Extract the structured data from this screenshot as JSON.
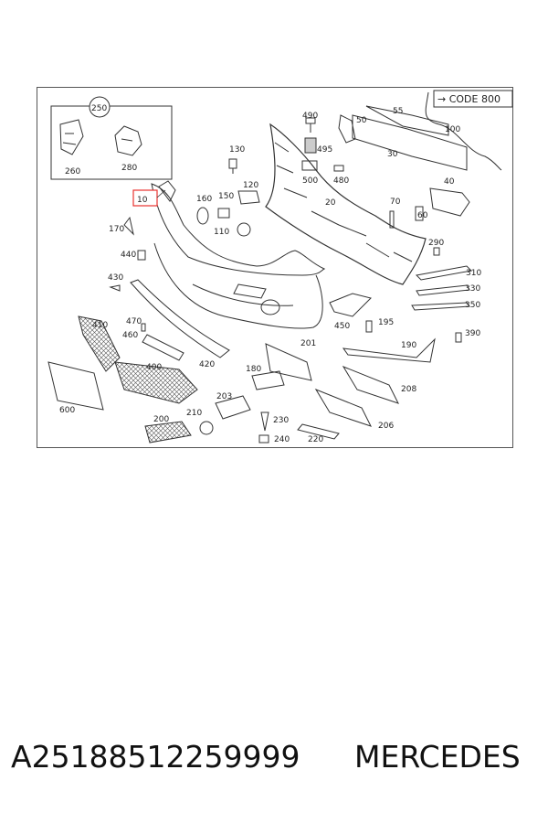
{
  "diagram": {
    "code_box": "→ CODE 800",
    "highlight_color": "#e8322f",
    "subassembly": {
      "label": "250",
      "items": [
        "260",
        "280"
      ]
    },
    "callouts": [
      "10",
      "20",
      "30",
      "40",
      "50",
      "55",
      "60",
      "70",
      "100",
      "110",
      "120",
      "130",
      "150",
      "160",
      "170",
      "180",
      "190",
      "195",
      "200",
      "201",
      "203",
      "206",
      "208",
      "210",
      "220",
      "230",
      "240",
      "290",
      "310",
      "330",
      "350",
      "390",
      "400",
      "410",
      "420",
      "430",
      "440",
      "450",
      "460",
      "470",
      "480",
      "490",
      "495",
      "500",
      "600"
    ],
    "highlighted_callout": "10"
  },
  "caption": {
    "part_number": "A25188512259999",
    "brand": "MERCEDES"
  }
}
